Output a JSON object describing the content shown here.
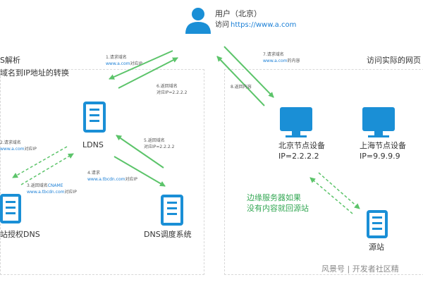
{
  "colors": {
    "blue": "#1a8fd6",
    "green": "#5cc46a",
    "dark": "#333333",
    "link": "#1a7fd6"
  },
  "header": {
    "user": "用户（北京）",
    "visit_prefix": "访问",
    "visit_url": "https://www.a.com"
  },
  "left_panel": {
    "title_partial": "S解析",
    "subtitle": "域名到IP地址的转换"
  },
  "right_panel": {
    "title": "访问实际的网页"
  },
  "nodes": {
    "ldns": "LDNS",
    "auth_dns": "站授权DNS",
    "dns_sched": "DNS调度系统",
    "beijing_name": "北京节点设备",
    "beijing_ip": "IP=2.2.2.2",
    "shanghai_name": "上海节点设备",
    "shanghai_ip": "IP=9.9.9.9",
    "origin": "源站"
  },
  "steps": {
    "s1_title": "1.请求域名",
    "s1_link": "www.a.com",
    "s1_suffix": "对应IP",
    "s6_title": "6.返回域名",
    "s6_detail": "对应IP=2.2.2.2",
    "s7_title": "7.请求域名",
    "s7_link": "www.a.com",
    "s7_suffix": "的内容",
    "s8_title": "8.返回内容",
    "s2_title": "2.请求域名",
    "s2_link": "www.a.com",
    "s2_suffix": "对应IP",
    "s3_title": "3.返回域名",
    "s3_cname": "CNAME",
    "s3_link": "www.a.tbcdn.com",
    "s3_suffix": "对应IP",
    "s4_title": "4.请求",
    "s4_link": "www.a.tbcdn.com",
    "s4_suffix": "对应IP",
    "s5_title": "5.返回域名",
    "s5_detail": "对应IP=2.2.2.2"
  },
  "edge_note": {
    "line1": "边缘服务器如果",
    "line2": "没有内容就回源站"
  },
  "watermark": "风景号 | 开发者社区精"
}
